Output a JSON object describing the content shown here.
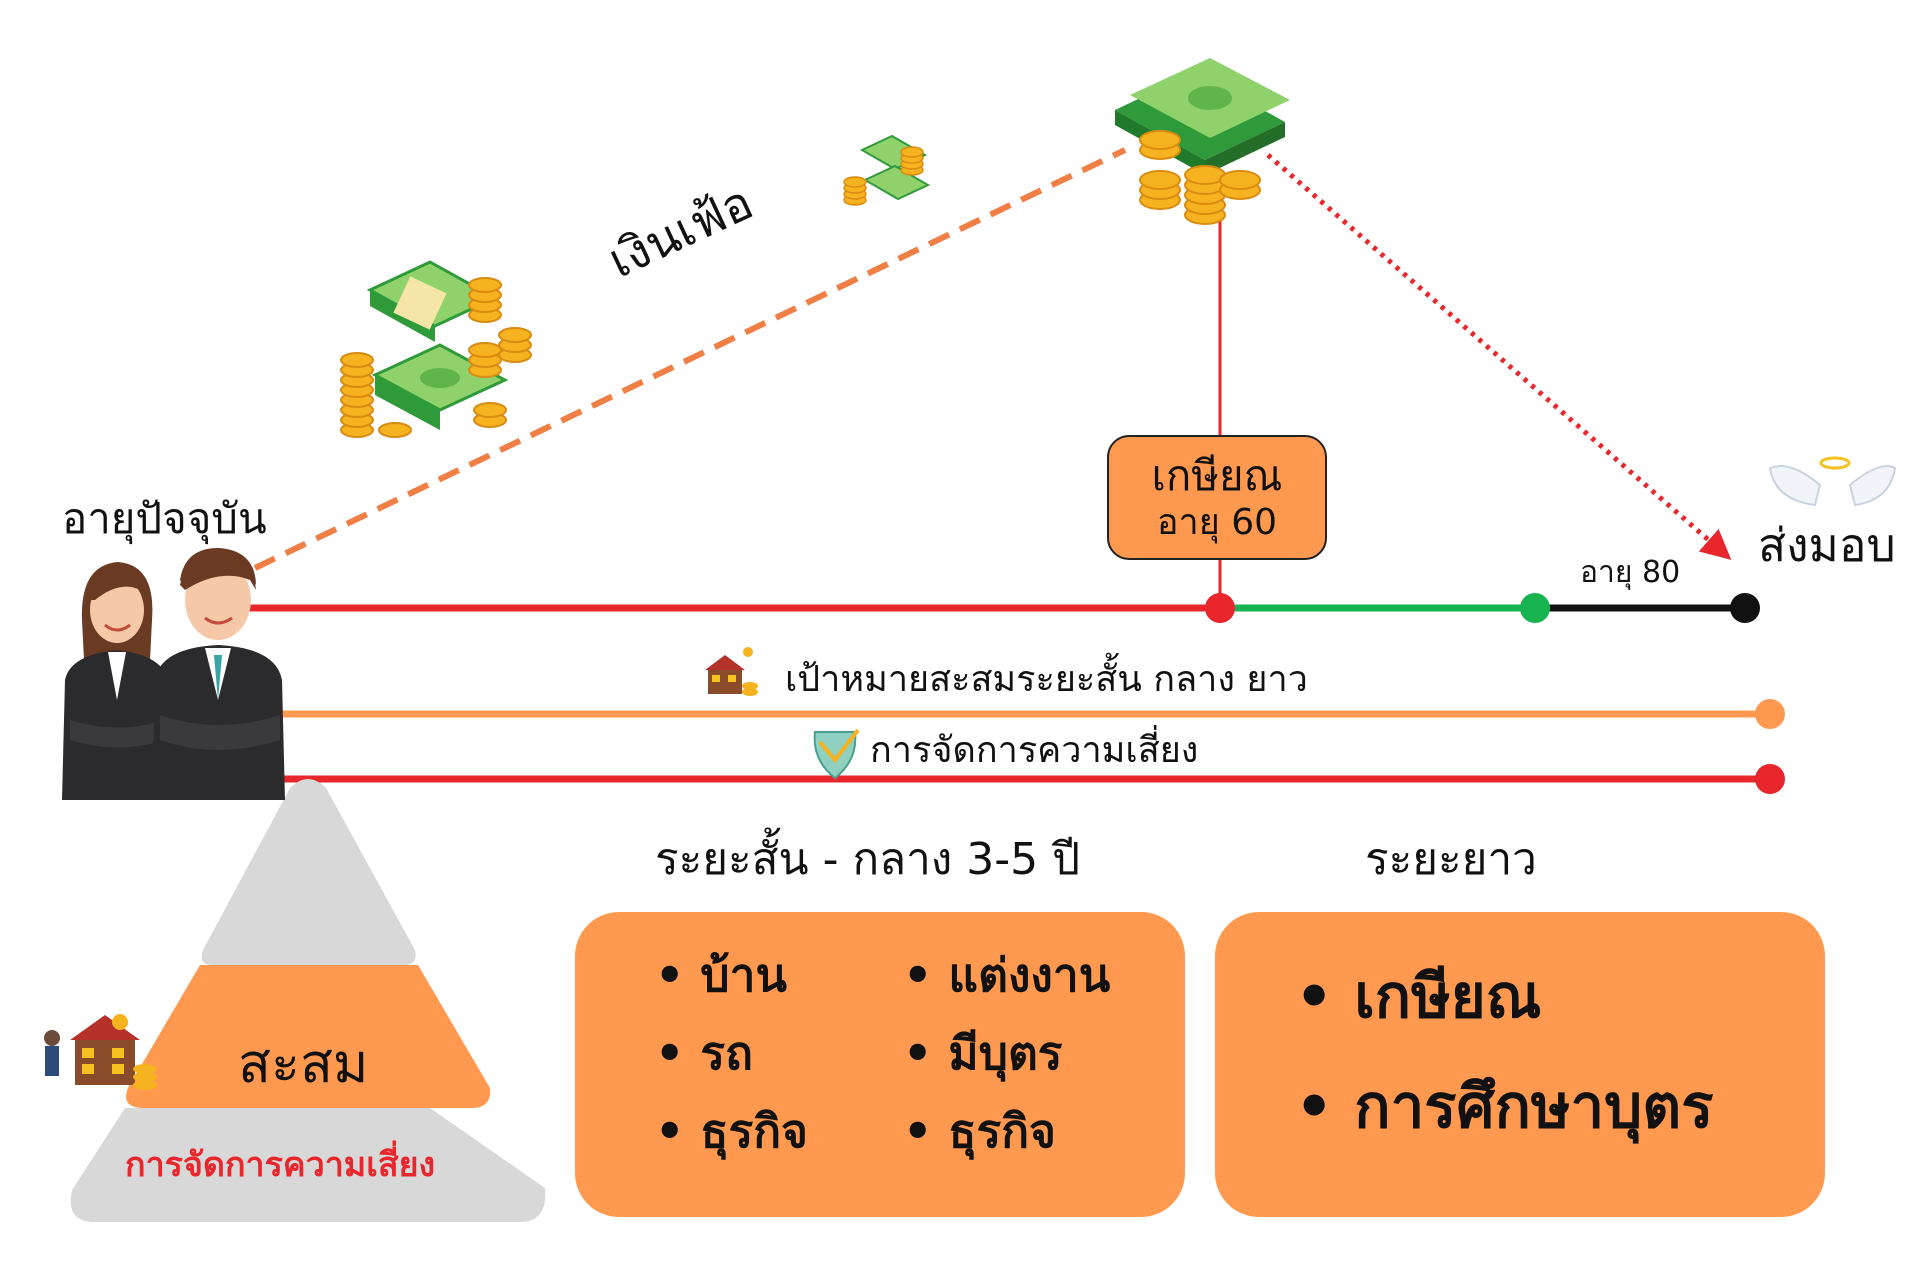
{
  "labels": {
    "current_age": "อายุปัจจุบัน",
    "inflation": "เงินเฟ้อ",
    "retire_title": "เกษียณ",
    "retire_age": "อายุ 60",
    "age80": "อายุ 80",
    "legacy": "ส่งมอบ",
    "goal_line": "เป้าหมายสะสมระยะสั้น กลาง ยาว",
    "risk_line": "การจัดการความเสี่ยง",
    "short_mid_title": "ระยะสั้น - กลาง 3-5 ปี",
    "long_title": "ระยะยาว"
  },
  "short_mid_items": {
    "col1": [
      "• บ้าน",
      "• รถ",
      "• ธุรกิจ"
    ],
    "col2": [
      "• แต่งงาน",
      "• มีบุตร",
      "• ธุรกิจ"
    ]
  },
  "long_items": [
    "• เกษียณ",
    "• การศึกษาบุตร"
  ],
  "pyramid": {
    "middle": "สะสม",
    "bottom": "การจัดการความเสี่ยง"
  },
  "colors": {
    "red": "#e8262b",
    "green": "#17b351",
    "orange": "#ff9950",
    "orange_dash": "#f07f45",
    "gray": "#d8d8d8",
    "black": "#111111"
  },
  "icons": [
    "money-stack-icon",
    "house-savings-icon",
    "shield-growth-icon",
    "angel-wings-icon",
    "businesswoman-icon",
    "businessman-icon"
  ]
}
